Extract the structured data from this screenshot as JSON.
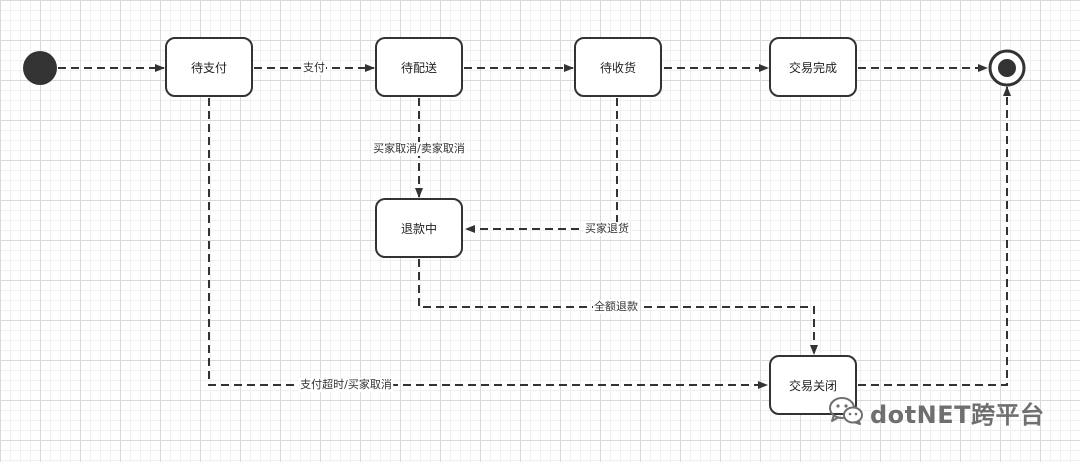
{
  "nodes": {
    "pending_payment": "待支付",
    "pending_delivery": "待配送",
    "pending_receipt": "待收货",
    "trade_complete": "交易完成",
    "refunding": "退款中",
    "trade_closed": "交易关闭"
  },
  "edges": {
    "pay": "支付",
    "cancel": "买家取消/卖家取消",
    "return_goods": "买家退货",
    "full_refund": "全额退款",
    "timeout_cancel": "支付超时/买家取消"
  },
  "watermark": {
    "text": "dotNET跨平台",
    "icon": "wechat-icon"
  },
  "colors": {
    "stroke": "#333333",
    "grid": "#d9d9d9",
    "watermark": "#6f6f6f"
  }
}
